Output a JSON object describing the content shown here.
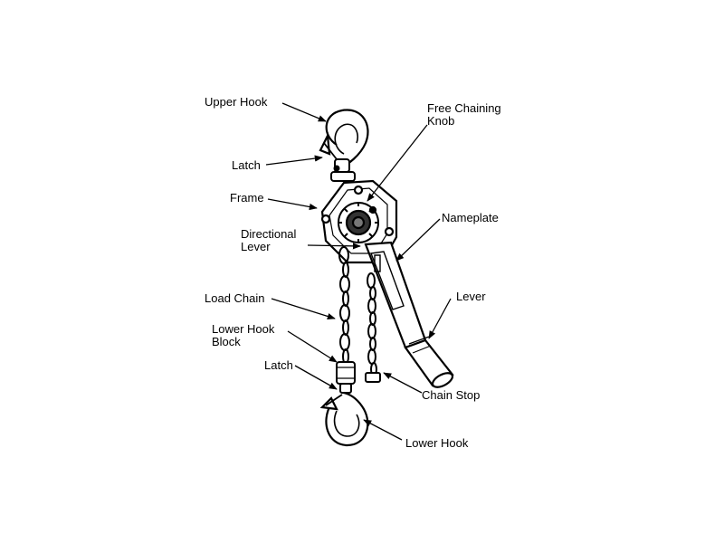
{
  "labels": {
    "upper_hook": "Upper Hook",
    "latch_upper": "Latch",
    "frame": "Frame",
    "directional_lever_1": "Directional",
    "directional_lever_2": "Lever",
    "load_chain": "Load Chain",
    "lower_hook_block_1": "Lower Hook",
    "lower_hook_block_2": "Block",
    "latch_lower": "Latch",
    "free_chaining_knob_1": "Free Chaining",
    "free_chaining_knob_2": "Knob",
    "nameplate": "Nameplate",
    "lever": "Lever",
    "chain_stop": "Chain Stop",
    "lower_hook": "Lower Hook"
  }
}
